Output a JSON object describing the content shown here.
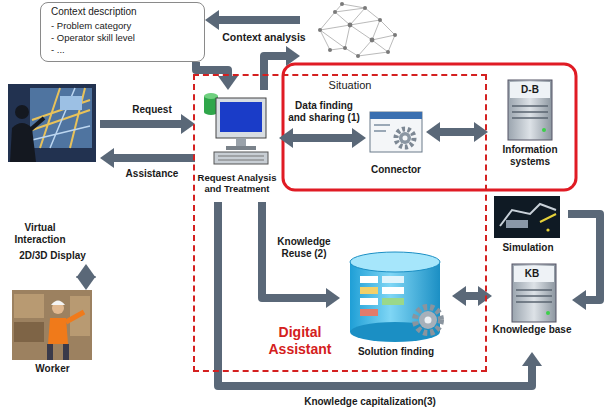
{
  "diagram": {
    "nodes": [
      {
        "text": [
          "Context description",
          "- Problem category",
          "- Operator skill level",
          "- ..."
        ]
      },
      {
        "text": [
          "Situation"
        ]
      },
      {
        "text": [
          "2D/3D Display"
        ]
      },
      {
        "text": [
          "Digital Assistant"
        ]
      },
      {
        "text": [
          "Request Analysis and Treatment"
        ],
        "in": 3
      },
      {
        "text": [
          "Connector"
        ],
        "in": 3
      },
      {
        "text": [
          "D-B",
          "Information systems"
        ]
      },
      {
        "text": [
          "Simulation"
        ]
      },
      {
        "text": [
          "Solution finding"
        ],
        "in": 3
      },
      {
        "text": [
          "KB",
          "Knowledge base"
        ]
      },
      {
        "text": [
          "Worker"
        ]
      }
    ],
    "edges": [
      {
        "from": 1,
        "to": 0,
        "label": "Context analysis",
        "arrow": "to"
      },
      {
        "from": 0,
        "to": 4,
        "arrow": "to"
      },
      {
        "from": 4,
        "to": 1,
        "arrow": "to"
      },
      {
        "from": 2,
        "to": 4,
        "label": "Request",
        "arrow": "to"
      },
      {
        "from": 4,
        "to": 2,
        "label": "Assistance",
        "arrow": "to"
      },
      {
        "from": 2,
        "to": 10,
        "label": "Virtual Interaction",
        "arrow": "both"
      },
      {
        "from": 4,
        "to": 5,
        "label": "Data finding and sharing (1)",
        "arrow": "both"
      },
      {
        "from": 5,
        "to": 6,
        "arrow": "both"
      },
      {
        "from": 4,
        "to": 8,
        "label": "Knowledge Reuse (2)",
        "arrow": "to"
      },
      {
        "from": 8,
        "to": 9,
        "arrow": "both"
      },
      {
        "from": 7,
        "to": 9,
        "arrow": "to"
      },
      {
        "from": 4,
        "to": 9,
        "label": "Knowledge capitalization(3)",
        "arrow": "to"
      }
    ]
  }
}
